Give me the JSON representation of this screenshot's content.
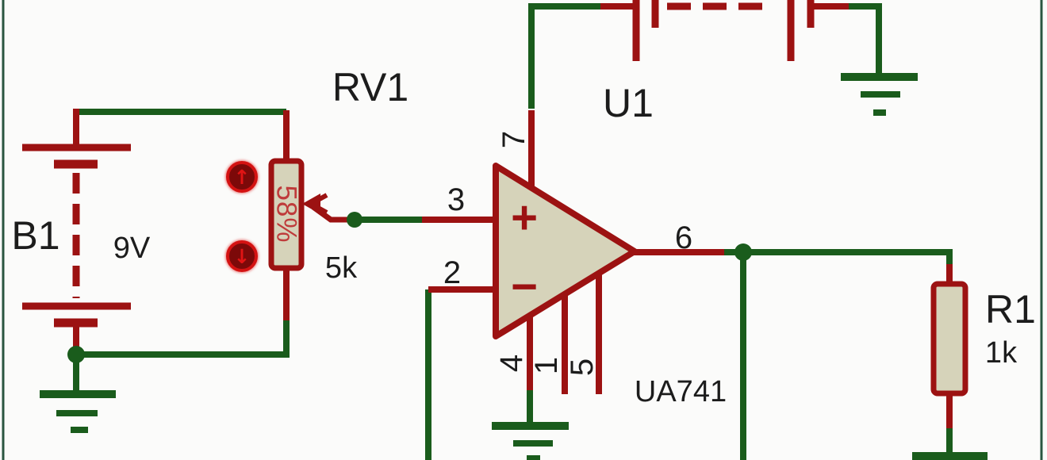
{
  "colors": {
    "wire_green": "#1a5c1c",
    "component_maroon": "#9c1212",
    "body_fill_beige": "#d6d3ba",
    "value_red": "#bf3b3b",
    "bright_red": "#d41212",
    "label_black": "#1c1c1c",
    "sheet_border_green": "#2a5540",
    "background": "#fbfbfa"
  },
  "schematic": {
    "battery": {
      "ref": "B1",
      "value": "9V"
    },
    "pot": {
      "ref": "RV1",
      "value": "5k",
      "wiper_percent": "58%"
    },
    "opamp": {
      "ref": "U1",
      "part": "UA741",
      "plus_sign": "+",
      "minus_sign": "−",
      "pins": {
        "vcc": "7",
        "inp": "3",
        "inn": "2",
        "out": "6",
        "vee": "4",
        "os1": "1",
        "os2": "5"
      }
    },
    "resistor": {
      "ref": "R1",
      "value": "1k"
    }
  },
  "icons": {
    "up_arrow": "↑",
    "down_arrow": "↓"
  }
}
